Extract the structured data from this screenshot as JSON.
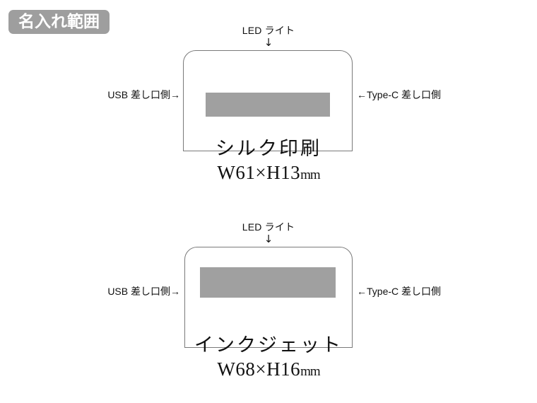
{
  "badge": {
    "label": "名入れ範囲",
    "bg_color": "#9e9e9e",
    "text_color": "#ffffff"
  },
  "colors": {
    "print_area": "#a0a0a0",
    "device_outline": "#7a7a7a",
    "page_background": "#ffffff",
    "text": "#111111"
  },
  "diagrams": [
    {
      "id": "silk-print",
      "top_label": "LED ライト",
      "top_arrow": "↓",
      "left_label": "USB 差し口側→",
      "right_label": "←Type-C 差し口側",
      "caption_name": "シルク印刷",
      "caption_size_prefix": "W61×H13",
      "caption_size_unit": "mm",
      "print_width_mm": 61,
      "print_height_mm": 13
    },
    {
      "id": "inkjet",
      "top_label": "LED ライト",
      "top_arrow": "↓",
      "left_label": "USB 差し口側→",
      "right_label": "←Type-C 差し口側",
      "caption_name": "インクジェット",
      "caption_size_prefix": "W68×H16",
      "caption_size_unit": "mm",
      "print_width_mm": 68,
      "print_height_mm": 16
    }
  ]
}
